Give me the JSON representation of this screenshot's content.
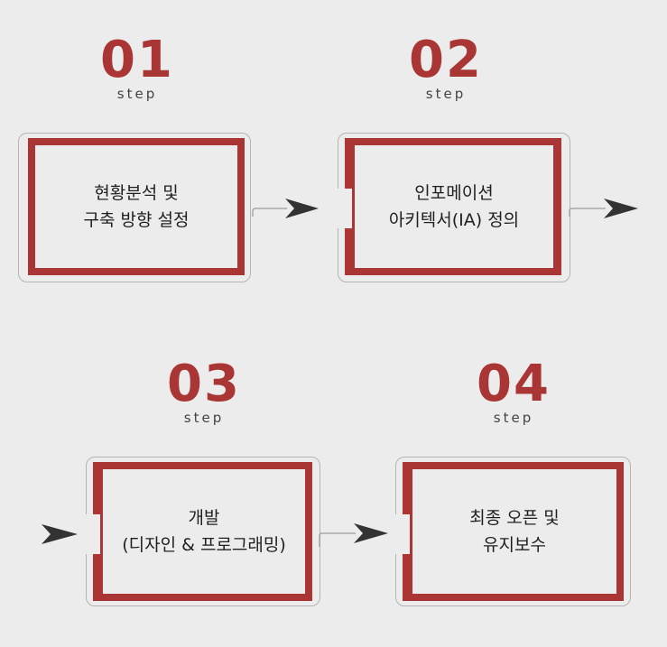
{
  "steps": [
    {
      "number": "01",
      "step_label": "step",
      "line1": "현황분석 및",
      "line2": "구축 방향 설정"
    },
    {
      "number": "02",
      "step_label": "step",
      "line1": "인포메이션",
      "line2": "아키텍서(IA) 정의"
    },
    {
      "number": "03",
      "step_label": "step",
      "line1": "개발",
      "line2": "(디자인 & 프로그래밍)"
    },
    {
      "number": "04",
      "step_label": "step",
      "line1": "최종 오픈 및",
      "line2": "유지보수"
    }
  ],
  "colors": {
    "accent": "#a93634",
    "background": "#ececec",
    "arrow": "#333333",
    "outline": "#b4b4b4"
  }
}
